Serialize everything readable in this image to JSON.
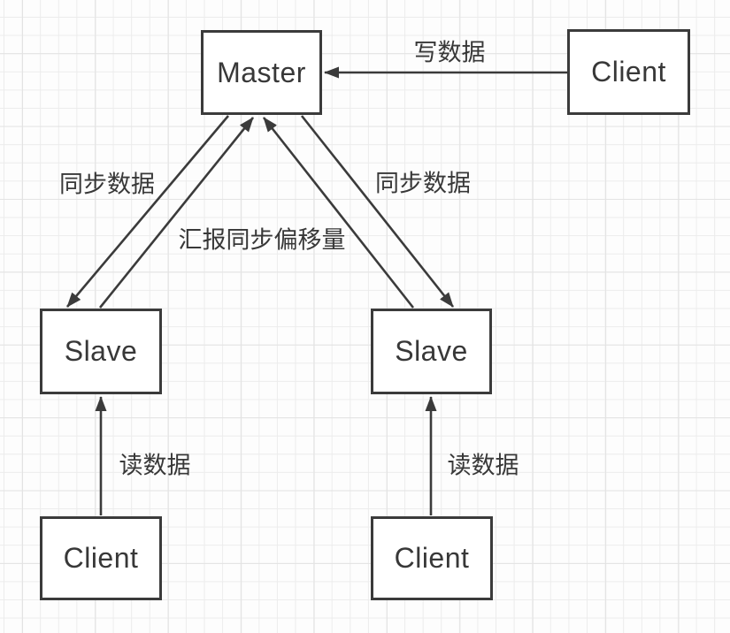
{
  "nodes": {
    "master": {
      "label": "Master"
    },
    "client_top": {
      "label": "Client"
    },
    "slave_left": {
      "label": "Slave"
    },
    "slave_right": {
      "label": "Slave"
    },
    "client_bottom_left": {
      "label": "Client"
    },
    "client_bottom_right": {
      "label": "Client"
    }
  },
  "edges": {
    "write": {
      "label": "写数据"
    },
    "sync_left": {
      "label": "同步数据"
    },
    "sync_right": {
      "label": "同步数据"
    },
    "report_offset": {
      "label": "汇报同步偏移量"
    },
    "read_left": {
      "label": "读数据"
    },
    "read_right": {
      "label": "读数据"
    }
  },
  "colors": {
    "line": "#3b3b3b",
    "box_border": "#3b3b3b",
    "box_fill": "#ffffff",
    "text": "#383838",
    "grid_minor": "#ececec",
    "grid_major": "#e3e3e3",
    "background": "#fdfdfd"
  }
}
